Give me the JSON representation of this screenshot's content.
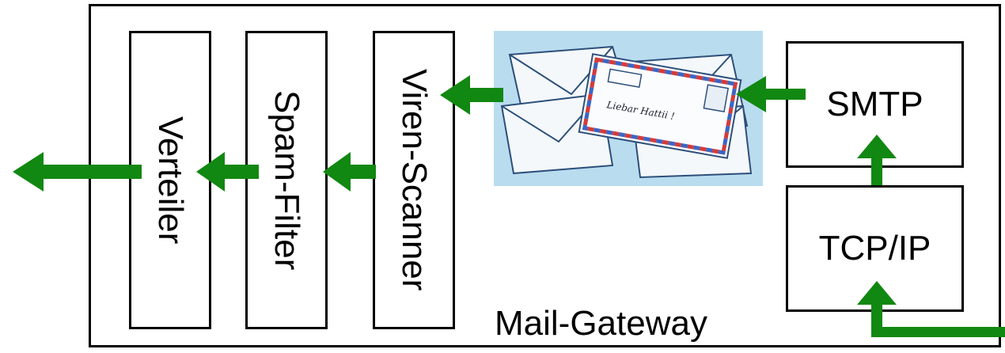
{
  "gateway": {
    "label": "Mail-Gateway"
  },
  "components": {
    "verteiler": "Verteiler",
    "spam_filter": "Spam-Filter",
    "viren_scanner": "Viren-Scanner",
    "smtp": "SMTP",
    "tcp_ip": "TCP/IP"
  },
  "envelope": {
    "handwriting": "Liebar Hattii !"
  },
  "colors": {
    "arrow": "#118811",
    "border": "#000000",
    "mail_background": "#b9dcef",
    "envelope_fill": "#f4f8fb"
  }
}
